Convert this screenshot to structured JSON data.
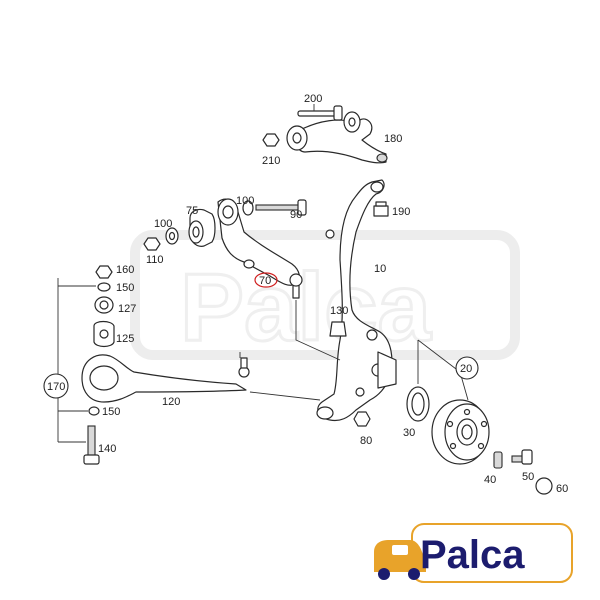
{
  "parts": {
    "p200": "200",
    "p180": "180",
    "p210": "210",
    "p100a": "100",
    "p75": "75",
    "p90": "90",
    "p190": "190",
    "p100b": "100",
    "p110": "110",
    "p10": "10",
    "p160": "160",
    "p150a": "150",
    "p70": "70",
    "p127": "127",
    "p130": "130",
    "p125": "125",
    "p170": "170",
    "p20": "20",
    "p120": "120",
    "p150b": "150",
    "p30": "30",
    "p80": "80",
    "p140": "140",
    "p50": "50",
    "p40": "40",
    "p60": "60"
  },
  "logo": {
    "text": "Palca",
    "color": "#1c1c6e",
    "accent": "#e8a32a"
  },
  "highlight_color": "#d02020"
}
